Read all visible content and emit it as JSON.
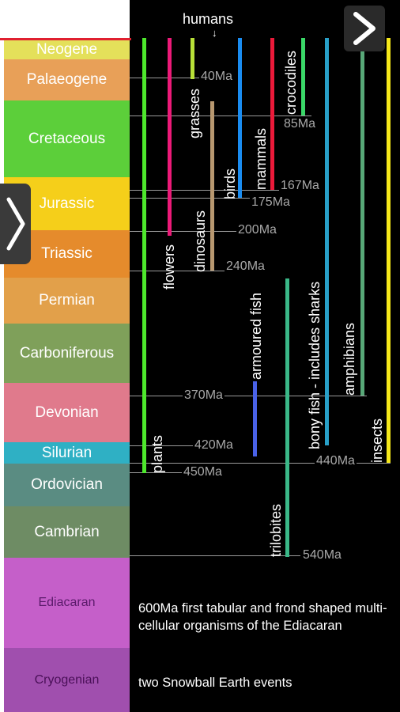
{
  "periods": [
    {
      "name": "Neogene",
      "color": "#e4e05a"
    },
    {
      "name": "Palaeogene",
      "color": "#e8a058"
    },
    {
      "name": "Cretaceous",
      "color": "#5ccf3a"
    },
    {
      "name": "Jurassic",
      "color": "#f5cf1a"
    },
    {
      "name": "Triassic",
      "color": "#e58b2c"
    },
    {
      "name": "Permian",
      "color": "#e2a04a"
    },
    {
      "name": "Carboniferous",
      "color": "#7fa05a"
    },
    {
      "name": "Devonian",
      "color": "#e07a8c"
    },
    {
      "name": "Silurian",
      "color": "#2fb0c4"
    },
    {
      "name": "Ordovician",
      "color": "#5a8c82"
    },
    {
      "name": "Cambrian",
      "color": "#6e8c64"
    },
    {
      "name": "Ediacaran",
      "color": "#c55fc9"
    },
    {
      "name": "Cryogenian",
      "color": "#a04fae"
    }
  ],
  "organisms": [
    {
      "name": "plants",
      "color": "#4de82c"
    },
    {
      "name": "flowers",
      "color": "#ec1a78"
    },
    {
      "name": "grasses",
      "color": "#b8e038"
    },
    {
      "name": "dinosaurs",
      "color": "#b89870"
    },
    {
      "name": "birds",
      "color": "#1a8cf0"
    },
    {
      "name": "armoured fish",
      "color": "#4a62e8"
    },
    {
      "name": "mammals",
      "color": "#ec1a3a"
    },
    {
      "name": "trilobites",
      "color": "#3ab888"
    },
    {
      "name": "crocodiles",
      "color": "#3ad868"
    },
    {
      "name": "bony fish - includes sharks",
      "color": "#28a0c8"
    },
    {
      "name": "amphibians",
      "color": "#58a878"
    },
    {
      "name": "insects",
      "color": "#f5e81a"
    }
  ],
  "humans_label": "humans",
  "ages": [
    "40Ma",
    "85Ma",
    "167Ma",
    "175Ma",
    "200Ma",
    "240Ma",
    "370Ma",
    "420Ma",
    "440Ma",
    "450Ma",
    "540Ma"
  ],
  "notes": {
    "ediacaran": "600Ma first tabular and frond shaped multi-cellular organisms of the Ediacaran",
    "cryogenian": "two Snowball Earth events"
  },
  "nav": {
    "next_icon": "chevron-right-icon",
    "drawer_icon": "chevron-right-icon"
  }
}
